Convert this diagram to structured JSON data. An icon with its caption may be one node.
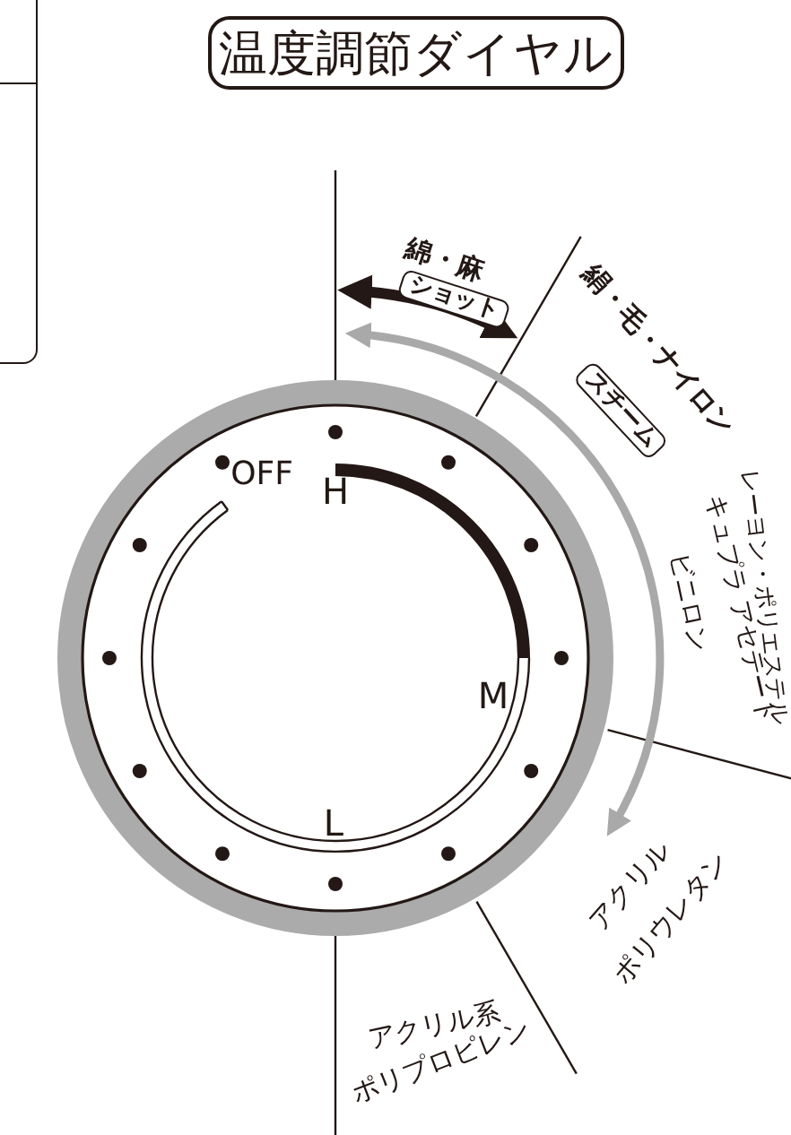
{
  "diagram": {
    "title": "温度調節ダイヤル",
    "nodes": [
      {
        "text": [],
        "shape": "box"
      },
      {
        "text": [
          "ショット"
        ]
      },
      {
        "text": [
          "スチーム"
        ]
      }
    ],
    "labels": [
      "綿・麻",
      "絹・毛・ナイロン",
      "レーヨン・ポリエステル",
      "キュプラ アセテート",
      "ビニロン",
      "H",
      "OFF",
      "M",
      "L",
      "アクリル",
      "ポリウレタン",
      "アクリル系",
      "ポリプロピレン"
    ]
  }
}
